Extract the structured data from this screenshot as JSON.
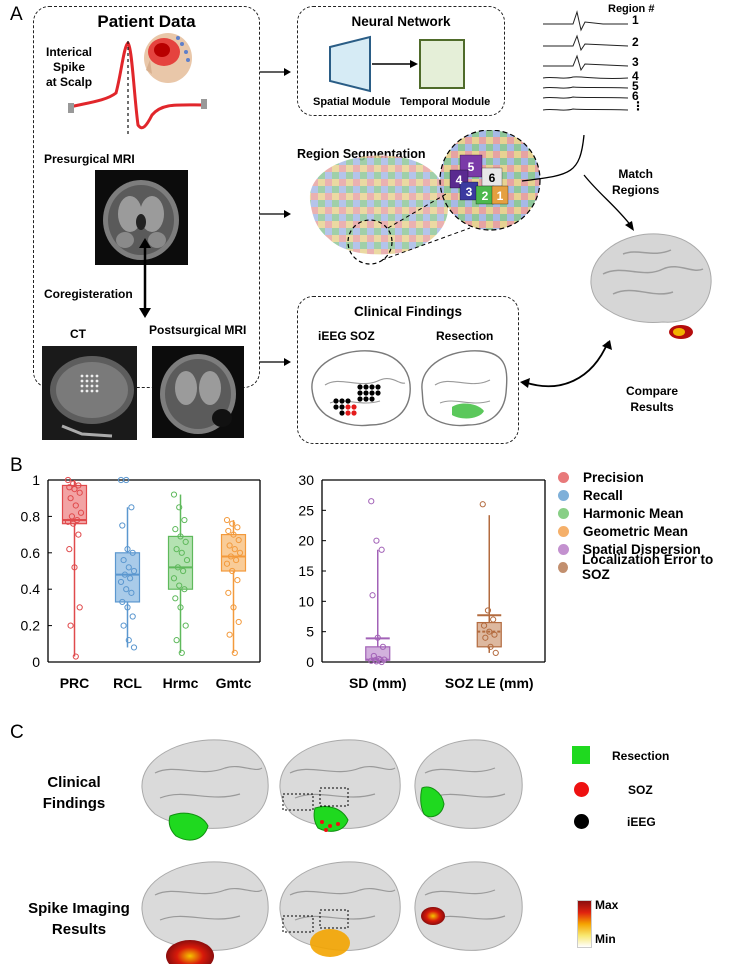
{
  "panels": {
    "a": "A",
    "b": "B",
    "c": "C"
  },
  "panel_a": {
    "patient_data_title": "Patient Data",
    "interictal_label": [
      "Interical",
      "Spike",
      "at Scalp"
    ],
    "presurgical_mri": "Presurgical MRI",
    "coregistration": "Coregisteration",
    "ct": "CT",
    "postsurgical_mri": "Postsurgical MRI",
    "neural_network_title": "Neural Network",
    "spatial_module": "Spatial Module",
    "temporal_module": "Temporal Module",
    "region_segmentation": "Region Segmentation",
    "region_header": "Region #",
    "region_numbers": [
      "1",
      "2",
      "3",
      "4",
      "5",
      "6",
      "⋮"
    ],
    "seg_numbers": [
      "5",
      "4",
      "6",
      "3",
      "2",
      "1"
    ],
    "match_regions": [
      "Match",
      "Regions"
    ],
    "clinical_findings_title": "Clinical Findings",
    "ieeg_soz": "iEEG SOZ",
    "resection": "Resection",
    "compare_results": [
      "Compare",
      "Results"
    ]
  },
  "panel_b": {
    "legend": [
      {
        "label": "Precision",
        "color": "#e8797a"
      },
      {
        "label": "Recall",
        "color": "#7fb0d9"
      },
      {
        "label": "Harmonic Mean",
        "color": "#88cf86"
      },
      {
        "label": "Geometric Mean",
        "color": "#f5b06a"
      },
      {
        "label": "Spatial Dispersion",
        "color": "#c391cf"
      },
      {
        "label": "Localization Error to SOZ",
        "color": "#c28f6e"
      }
    ]
  },
  "chart_data": [
    {
      "type": "box",
      "categories": [
        "PRC",
        "RCL",
        "Hrmc",
        "Gmtc"
      ],
      "ylim": [
        0,
        1
      ],
      "yticks": [
        "0",
        "0.2",
        "0.4",
        "0.6",
        "0.8",
        "1"
      ],
      "series": [
        {
          "name": "Precision",
          "color": "#e04a4c",
          "fill": "#f2a3a4",
          "min": 0.03,
          "q1": 0.76,
          "median": 0.78,
          "q3": 0.97,
          "max": 1.0,
          "points": [
            1.0,
            0.98,
            0.97,
            0.96,
            0.95,
            0.93,
            0.9,
            0.86,
            0.82,
            0.8,
            0.78,
            0.77,
            0.76,
            0.7,
            0.62,
            0.52,
            0.3,
            0.2,
            0.03
          ]
        },
        {
          "name": "Recall",
          "color": "#5b97cf",
          "fill": "#a9cbe9",
          "min": 0.08,
          "q1": 0.33,
          "median": 0.48,
          "q3": 0.6,
          "max": 0.85,
          "points": [
            1.0,
            1.0,
            0.85,
            0.75,
            0.62,
            0.6,
            0.56,
            0.52,
            0.5,
            0.48,
            0.46,
            0.44,
            0.4,
            0.38,
            0.33,
            0.3,
            0.25,
            0.2,
            0.12,
            0.08
          ]
        },
        {
          "name": "Harmonic Mean",
          "color": "#5fb95c",
          "fill": "#b4e2b2",
          "min": 0.05,
          "q1": 0.4,
          "median": 0.52,
          "q3": 0.69,
          "max": 0.92,
          "points": [
            0.92,
            0.85,
            0.78,
            0.73,
            0.69,
            0.66,
            0.62,
            0.6,
            0.56,
            0.52,
            0.5,
            0.46,
            0.42,
            0.4,
            0.35,
            0.3,
            0.2,
            0.12,
            0.05
          ]
        },
        {
          "name": "Geometric Mean",
          "color": "#f39a3c",
          "fill": "#f9cc98",
          "min": 0.05,
          "q1": 0.5,
          "median": 0.58,
          "q3": 0.7,
          "max": 0.78,
          "points": [
            0.78,
            0.76,
            0.74,
            0.72,
            0.7,
            0.67,
            0.64,
            0.62,
            0.6,
            0.58,
            0.56,
            0.54,
            0.5,
            0.45,
            0.38,
            0.3,
            0.22,
            0.15,
            0.05
          ]
        }
      ]
    },
    {
      "type": "box",
      "categories": [
        "SD (mm)",
        "SOZ LE (mm)"
      ],
      "ylim": [
        0,
        30
      ],
      "yticks": [
        "0",
        "5",
        "10",
        "15",
        "20",
        "25",
        "30"
      ],
      "series": [
        {
          "name": "Spatial Dispersion",
          "color": "#a262b7",
          "fill": "#d2b1dd",
          "min": 0,
          "q1": 0.3,
          "median": 0.4,
          "q3": 2.5,
          "max": 18.5,
          "mean": 3.9,
          "points": [
            26.5,
            20,
            18.5,
            11,
            4,
            2.5,
            1,
            0.5,
            0.4,
            0.3,
            0.3,
            0.2,
            0.1,
            0
          ]
        },
        {
          "name": "Localization Error to SOZ",
          "color": "#b36b3f",
          "fill": "#ddb89f",
          "min": 1.5,
          "q1": 2.5,
          "median": 5.0,
          "q3": 6.5,
          "max": 24.2,
          "mean": 7.7,
          "points": [
            26,
            8.5,
            7,
            6,
            5,
            4.5,
            4,
            2.5,
            1.5
          ]
        }
      ]
    }
  ],
  "panel_c": {
    "rows": [
      [
        "Clinical",
        "Findings"
      ],
      [
        "Spike Imaging",
        "Results"
      ]
    ],
    "legend": [
      {
        "label": "Resection",
        "color": "#1fd91f"
      },
      {
        "label": "SOZ",
        "color": "#ee1111"
      },
      {
        "label": "iEEG",
        "color": "#000000"
      }
    ],
    "colorbar": {
      "max": "Max",
      "min": "Min"
    }
  }
}
